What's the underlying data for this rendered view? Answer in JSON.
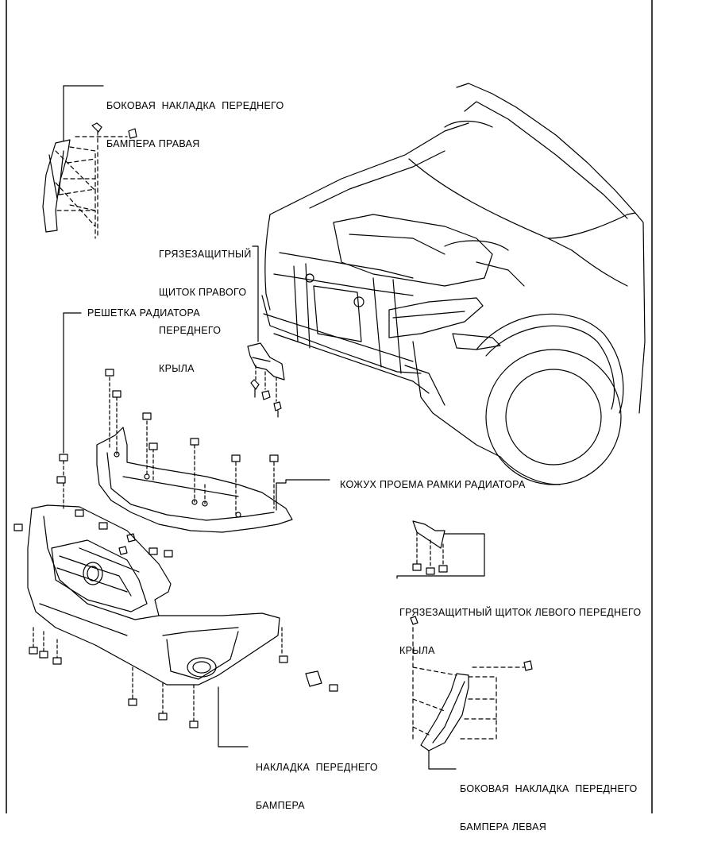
{
  "labels": {
    "side_trim_right": [
      "БОКОВАЯ  НАКЛАДКА  ПЕРЕДНЕГО",
      "БАМПЕРА ПРАВАЯ"
    ],
    "mudguard_right": [
      "ГРЯЗЕЗАЩИТНЫЙ",
      "ЩИТОК ПРАВОГО",
      "ПЕРЕДНЕГО",
      "КРЫЛА"
    ],
    "radiator_grille": "РЕШЕТКА РАДИАТОРА",
    "radiator_cover": "КОЖУХ ПРОЕМА РАМКИ РАДИАТОРА",
    "mudguard_left": [
      "ГРЯЗЕЗАЩИТНЫЙ ЩИТОК ЛЕВОГО ПЕРЕДНЕГО",
      "КРЫЛА"
    ],
    "bumper_cover": [
      "НАКЛАДКА  ПЕРЕДНЕГО",
      "БАМПЕРА"
    ],
    "side_trim_left": [
      "БОКОВАЯ  НАКЛАДКА  ПЕРЕДНЕГО",
      "БАМПЕРА ЛЕВАЯ"
    ]
  }
}
